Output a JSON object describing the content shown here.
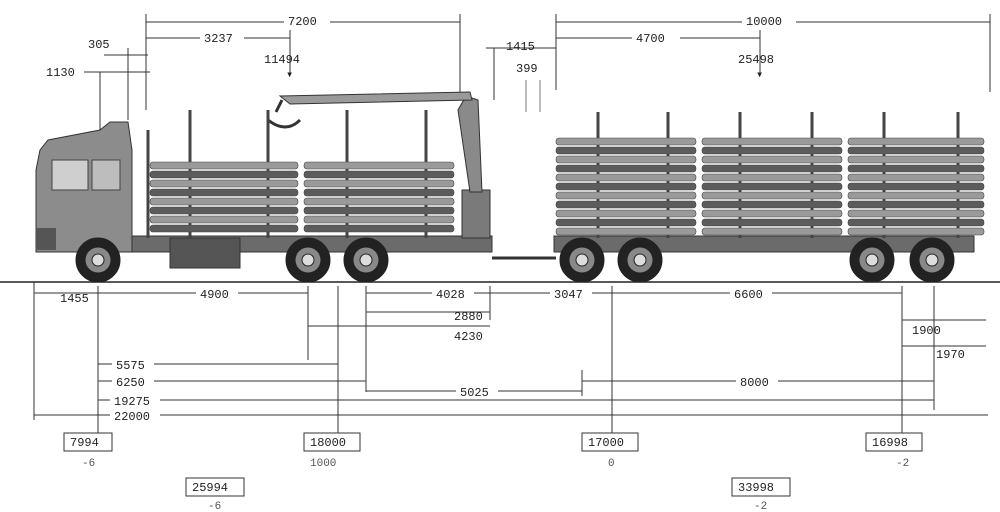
{
  "top_dims": {
    "d7200": "7200",
    "d10000": "10000",
    "d305": "305",
    "d3237": "3237",
    "d11494": "11494",
    "d1130": "1130",
    "d1415": "1415",
    "d4700": "4700",
    "d399": "399",
    "d25498": "25498"
  },
  "bottom_dims": {
    "d1455": "1455",
    "d4900": "4900",
    "d4028": "4028",
    "d3047": "3047",
    "d6600": "6600",
    "d2880": "2880",
    "d4230": "4230",
    "d1900": "1900",
    "d1970": "1970",
    "d5575": "5575",
    "d6250": "6250",
    "d5025": "5025",
    "d8000": "8000",
    "d19275": "19275",
    "d22000": "22000"
  },
  "axle_loads": [
    {
      "value": "7994",
      "sub": "-6"
    },
    {
      "value": "18000",
      "sub": "1000"
    },
    {
      "value": "17000",
      "sub": "0"
    },
    {
      "value": "16998",
      "sub": "-2"
    }
  ],
  "group_loads": [
    {
      "value": "25994",
      "sub": "-6"
    },
    {
      "value": "33998",
      "sub": "-2"
    }
  ],
  "colors": {
    "cab": "#8c8c8c",
    "frame": "#6b6b6b",
    "log": "#9a9a9a",
    "log_dark": "#5c5c5c",
    "wheel": "#222222"
  }
}
